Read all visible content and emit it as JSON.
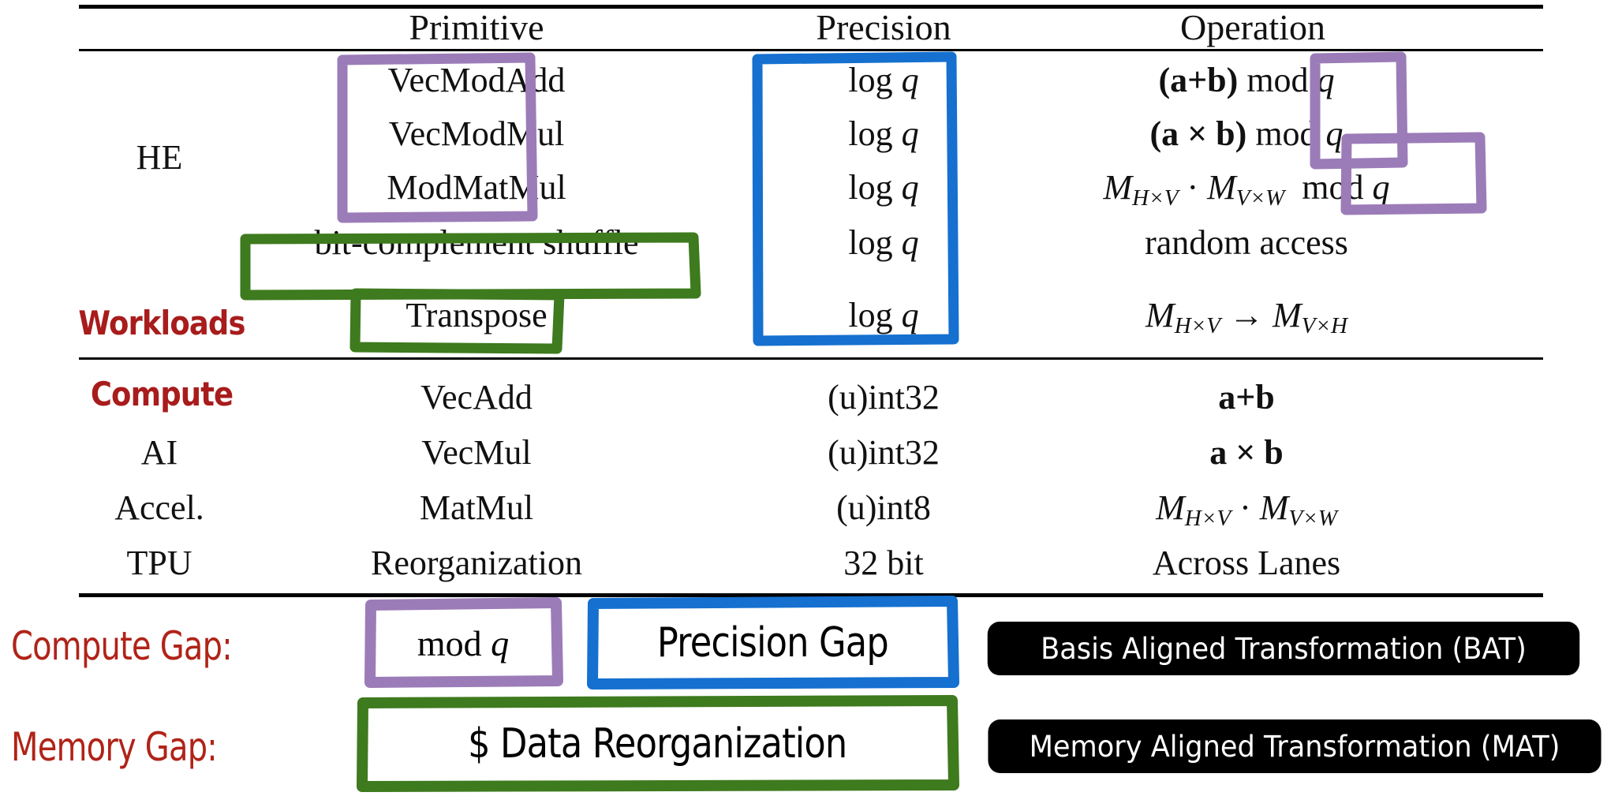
{
  "table": {
    "headers": [
      "",
      "Primitive",
      "Precision",
      "Operation"
    ],
    "groups": [
      {
        "label": "HE",
        "section_label": "Workloads",
        "rows": [
          {
            "primitive": "VecModAdd",
            "precision": "log q",
            "operation": "(a+b) mod q"
          },
          {
            "primitive": "VecModMul",
            "precision": "log q",
            "operation": "(a × b) mod q"
          },
          {
            "primitive": "ModMatMul",
            "precision": "log q",
            "operation": "M_{H×V} · M_{V×W} mod q"
          },
          {
            "primitive": "bit-complement shuffle",
            "precision": "log q",
            "operation": "random access"
          },
          {
            "primitive": "Transpose",
            "precision": "log q",
            "operation": "M_{H×V} → M_{V×H}"
          }
        ]
      },
      {
        "label": "AI Accel. TPU",
        "section_label": "Compute",
        "rows": [
          {
            "primitive": "VecAdd",
            "precision": "(u)int32",
            "operation": "a+b"
          },
          {
            "primitive": "VecMul",
            "precision": "(u)int32",
            "operation": "a × b"
          },
          {
            "primitive": "MatMul",
            "precision": "(u)int8",
            "operation": "M_{H×V} · M_{V×W}"
          },
          {
            "primitive": "Reorganization",
            "precision": "32 bit",
            "operation": "Across Lanes"
          }
        ]
      }
    ],
    "row_labels_left": [
      "HE",
      "AI",
      "Accel.",
      "TPU"
    ],
    "section_labels_red": [
      "Workloads",
      "Compute"
    ]
  },
  "summary": {
    "compute_gap": {
      "label": "Compute Gap:",
      "box_purple": "mod q",
      "box_blue": "Precision Gap",
      "badge": "Basis Aligned Transformation (BAT)"
    },
    "memory_gap": {
      "label": "Memory Gap:",
      "box_green": "$ Data Reorganization",
      "badge": "Memory Aligned Transformation (MAT)"
    }
  },
  "colors": {
    "purple": "#9b7cb8",
    "blue": "#1570d0",
    "green": "#3e7a1e",
    "red_label": "#a81c1c",
    "red_gap": "#b02318",
    "badge_bg": "#000000",
    "text": "#111111"
  },
  "symbols": {
    "times": "×",
    "cdot": "·",
    "arrow": "→",
    "dollar": "$"
  }
}
